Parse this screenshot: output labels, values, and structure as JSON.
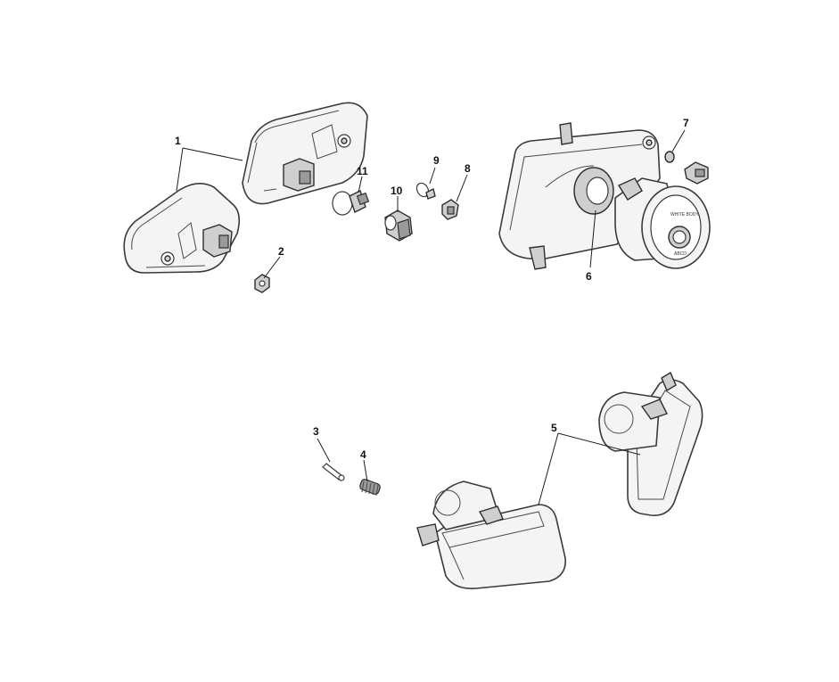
{
  "callouts": {
    "c1": "1",
    "c2": "2",
    "c3": "3",
    "c4": "4",
    "c5": "5",
    "c6": "6",
    "c7": "7",
    "c8": "8",
    "c9": "9",
    "c10": "10",
    "c11": "11"
  },
  "colors": {
    "line": "#3a3a3a",
    "fill": "#f4f4f4",
    "background": "#ffffff"
  }
}
